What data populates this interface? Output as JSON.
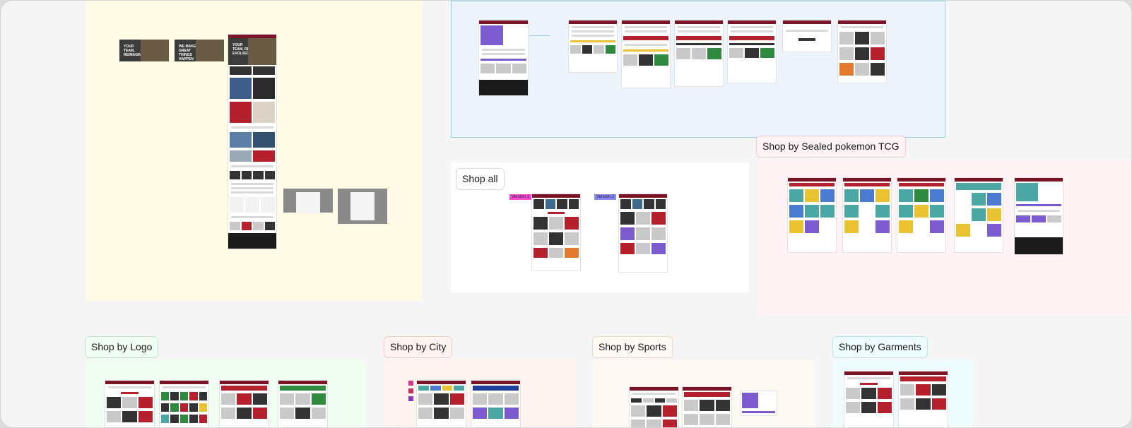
{
  "sections": {
    "shop_all": "Shop all",
    "shop_sealed_pokemon": "Shop by Sealed pokemon TCG",
    "shop_logo": "Shop by Logo",
    "shop_city": "Shop by City",
    "shop_sports": "Shop by Sports",
    "shop_garments": "Shop by Garments"
  },
  "banners": {
    "banner_1": "YOUR TEAM, REIMAGINED",
    "banner_2": "WE MAKE GREAT THINGS HAPPEN",
    "banner_3": "YOUR TEAM, RE-EVOLVED"
  },
  "versions": {
    "v1": "Version 1",
    "v2": "Version 2"
  },
  "colors": {
    "accent_red": "#7a1426",
    "yellow_section": "#fffbe6",
    "blue_section": "#eef4fc",
    "pink_section": "#fff3f5"
  }
}
